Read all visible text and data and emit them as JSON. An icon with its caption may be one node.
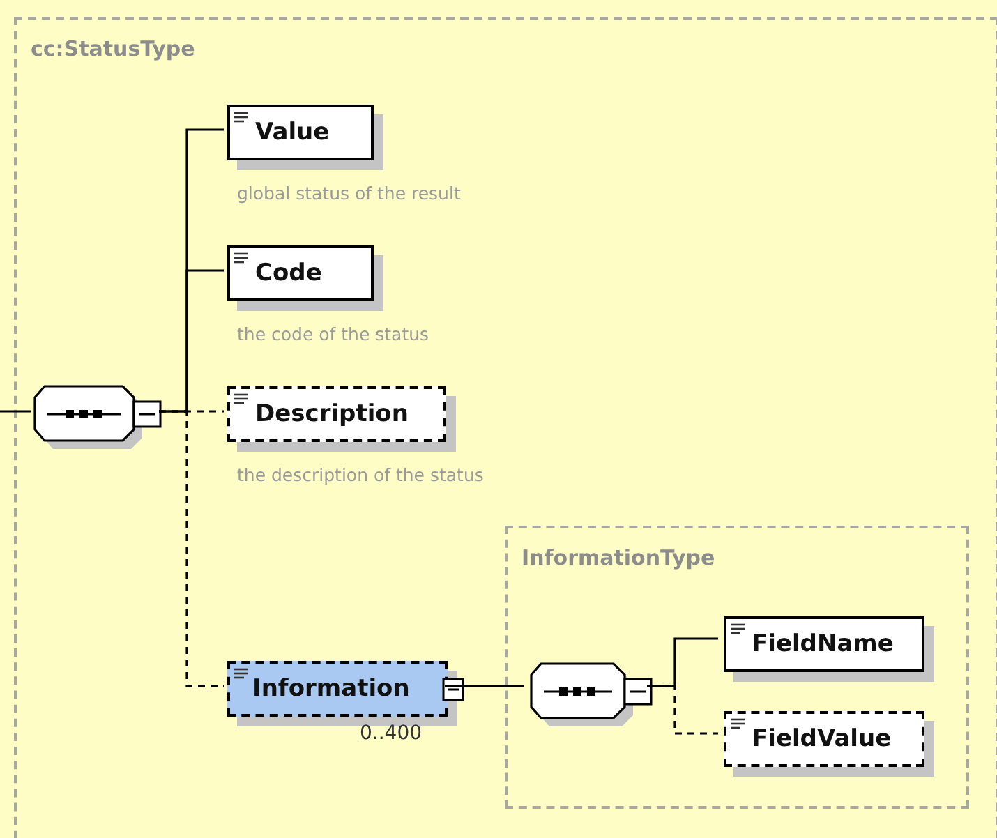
{
  "diagram": {
    "nodes": [
      {
        "text": [
          "cc:StatusType"
        ]
      },
      {
        "text": [],
        "shape": "octagon",
        "in": 0
      },
      {
        "text": [
          "Value"
        ],
        "in": 0,
        "beside": [
          "global status of the result"
        ]
      },
      {
        "text": [
          "Code"
        ],
        "in": 0,
        "beside": [
          "the code of the status"
        ]
      },
      {
        "text": [
          "Description"
        ],
        "in": 0,
        "beside": [
          "the description of the status"
        ]
      },
      {
        "text": [
          "Information"
        ],
        "in": 0,
        "beside": [
          "0..400"
        ]
      },
      {
        "text": [
          "InformationType"
        ],
        "in": 0
      },
      {
        "text": [],
        "shape": "octagon",
        "in": 6
      },
      {
        "text": [
          "FieldName"
        ],
        "in": 6
      },
      {
        "text": [
          "FieldValue"
        ],
        "in": 6
      }
    ],
    "edges": [
      {
        "from": null,
        "to": 1,
        "arrow": "none"
      },
      {
        "from": 1,
        "to": 2,
        "arrow": "none"
      },
      {
        "from": 1,
        "to": 3,
        "arrow": "none"
      },
      {
        "from": 1,
        "to": 4,
        "arrow": "none",
        "style": "dashed"
      },
      {
        "from": 1,
        "to": 5,
        "arrow": "none",
        "style": "dashed"
      },
      {
        "from": 5,
        "to": 7,
        "arrow": "none"
      },
      {
        "from": 7,
        "to": 8,
        "arrow": "none"
      },
      {
        "from": 7,
        "to": 9,
        "arrow": "none",
        "style": "dashed"
      }
    ]
  }
}
